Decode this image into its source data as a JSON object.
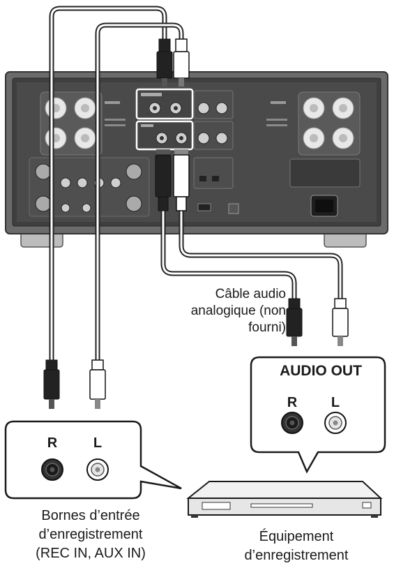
{
  "cable": {
    "caption_lines": [
      "Câble audio",
      "analogique (non",
      "fourni)"
    ]
  },
  "audio_out": {
    "title": "AUDIO OUT",
    "right_label": "R",
    "left_label": "L"
  },
  "recording_inputs": {
    "right_label": "R",
    "left_label": "L",
    "caption_lines": [
      "Bornes d’entrée",
      "d’enregistrement",
      "(REC IN, AUX IN)"
    ]
  },
  "recording_equipment": {
    "caption_lines": [
      "Équipement",
      "d’enregistrement"
    ]
  },
  "colors": {
    "line": "#1a1a1a",
    "chassis": "#5a5a5a",
    "chassis_light": "#8a8a8a",
    "cable_black": "#222222",
    "cable_white": "#ffffff"
  },
  "icons": [
    "amplifier-rear-panel",
    "rca-plug",
    "rca-jack",
    "recording-deck"
  ]
}
